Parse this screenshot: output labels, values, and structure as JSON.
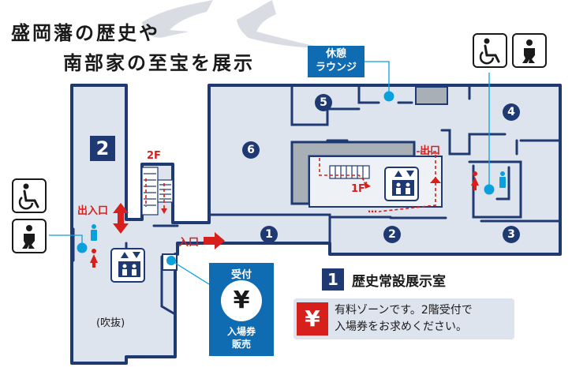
{
  "title": {
    "line1": "盛岡藩の歴史や",
    "line2": "南部家の至宝を展示"
  },
  "floor2": {
    "badge": "2",
    "lounge": "休憩\nラウンジ",
    "fukinuke": "(吹抜)",
    "deiriguchi": "出入口",
    "iriguchi": "入口",
    "deguchi": "出口",
    "stair_2f": "2F",
    "stair_1f": "1F",
    "ellipsis": "…"
  },
  "reception": {
    "label": "受付",
    "yen": "¥",
    "sub": "入場券\n販売"
  },
  "rooms": [
    {
      "num": "1"
    },
    {
      "num": "2"
    },
    {
      "num": "3"
    },
    {
      "num": "4"
    },
    {
      "num": "5"
    },
    {
      "num": "6"
    }
  ],
  "legend": {
    "badge": "1",
    "title": "歴史常設展示室",
    "yen": "¥",
    "note": "有料ゾーンです。2階受付で\n入場券をお求めください。"
  },
  "colors": {
    "floor_fill": "#dde4ee",
    "wall": "#1f3a72",
    "navy": "#1f3a72",
    "accent_red": "#d7201b",
    "blue": "#0aa0dc",
    "reception_blue": "#0f6bb2"
  },
  "icons": [
    "wheelchair-icon",
    "baby-changing-icon",
    "elevator-icon",
    "male-restroom-icon",
    "female-restroom-icon",
    "yen-icon",
    "crane-watermark"
  ]
}
